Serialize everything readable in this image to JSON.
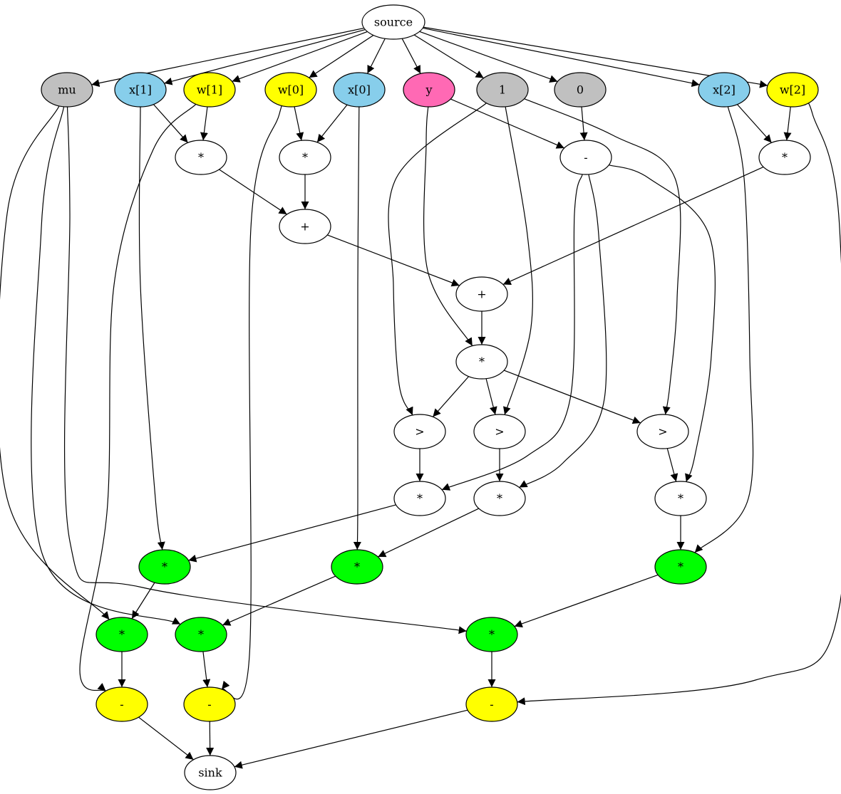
{
  "graph": {
    "colors": {
      "white": "#ffffff",
      "gray": "#c0c0c0",
      "blue": "#87ceeb",
      "yellow": "#ffff00",
      "pink": "#ff69b4",
      "green": "#00ff00",
      "stroke": "#000000"
    },
    "nodes": [
      {
        "id": "source",
        "label": "source",
        "fill": "white"
      },
      {
        "id": "mu",
        "label": "mu",
        "fill": "gray"
      },
      {
        "id": "x1",
        "label": "x[1]",
        "fill": "blue"
      },
      {
        "id": "w1",
        "label": "w[1]",
        "fill": "yellow"
      },
      {
        "id": "w0",
        "label": "w[0]",
        "fill": "yellow"
      },
      {
        "id": "x0",
        "label": "x[0]",
        "fill": "blue"
      },
      {
        "id": "y",
        "label": "y",
        "fill": "pink"
      },
      {
        "id": "one",
        "label": "1",
        "fill": "gray"
      },
      {
        "id": "zero",
        "label": "0",
        "fill": "gray"
      },
      {
        "id": "x2",
        "label": "x[2]",
        "fill": "blue"
      },
      {
        "id": "w2",
        "label": "w[2]",
        "fill": "yellow"
      },
      {
        "id": "m1",
        "label": "*",
        "fill": "white"
      },
      {
        "id": "m0",
        "label": "*",
        "fill": "white"
      },
      {
        "id": "sub",
        "label": "-",
        "fill": "white"
      },
      {
        "id": "m2",
        "label": "*",
        "fill": "white"
      },
      {
        "id": "add1",
        "label": "+",
        "fill": "white"
      },
      {
        "id": "add2",
        "label": "+",
        "fill": "white"
      },
      {
        "id": "mz",
        "label": "*",
        "fill": "white"
      },
      {
        "id": "gt0",
        "label": ">",
        "fill": "white"
      },
      {
        "id": "gt1",
        "label": ">",
        "fill": "white"
      },
      {
        "id": "gt2",
        "label": ">",
        "fill": "white"
      },
      {
        "id": "ma",
        "label": "*",
        "fill": "white"
      },
      {
        "id": "mb",
        "label": "*",
        "fill": "white"
      },
      {
        "id": "mc",
        "label": "*",
        "fill": "white"
      },
      {
        "id": "g1",
        "label": "*",
        "fill": "green"
      },
      {
        "id": "g0",
        "label": "*",
        "fill": "green"
      },
      {
        "id": "g2",
        "label": "*",
        "fill": "green"
      },
      {
        "id": "h1",
        "label": "*",
        "fill": "green"
      },
      {
        "id": "h0",
        "label": "*",
        "fill": "green"
      },
      {
        "id": "h2",
        "label": "*",
        "fill": "green"
      },
      {
        "id": "s1",
        "label": "-",
        "fill": "yellow"
      },
      {
        "id": "s0",
        "label": "-",
        "fill": "yellow"
      },
      {
        "id": "s2",
        "label": "-",
        "fill": "yellow"
      },
      {
        "id": "sink",
        "label": "sink",
        "fill": "white"
      }
    ],
    "edges": [
      [
        "source",
        "mu"
      ],
      [
        "source",
        "x1"
      ],
      [
        "source",
        "w1"
      ],
      [
        "source",
        "w0"
      ],
      [
        "source",
        "x0"
      ],
      [
        "source",
        "y"
      ],
      [
        "source",
        "one"
      ],
      [
        "source",
        "zero"
      ],
      [
        "source",
        "x2"
      ],
      [
        "source",
        "w2"
      ],
      [
        "x1",
        "m1"
      ],
      [
        "w1",
        "m1"
      ],
      [
        "w0",
        "m0"
      ],
      [
        "x0",
        "m0"
      ],
      [
        "y",
        "sub"
      ],
      [
        "zero",
        "sub"
      ],
      [
        "x2",
        "m2"
      ],
      [
        "w2",
        "m2"
      ],
      [
        "m1",
        "add1"
      ],
      [
        "m0",
        "add1"
      ],
      [
        "add1",
        "add2"
      ],
      [
        "m2",
        "add2"
      ],
      [
        "add2",
        "mz"
      ],
      [
        "y",
        "mz"
      ],
      [
        "one",
        "gt0"
      ],
      [
        "mz",
        "gt0"
      ],
      [
        "one",
        "gt1"
      ],
      [
        "mz",
        "gt1"
      ],
      [
        "one",
        "gt2"
      ],
      [
        "mz",
        "gt2"
      ],
      [
        "gt0",
        "ma"
      ],
      [
        "sub",
        "ma"
      ],
      [
        "gt1",
        "mb"
      ],
      [
        "sub",
        "mb"
      ],
      [
        "gt2",
        "mc"
      ],
      [
        "sub",
        "mc"
      ],
      [
        "x1",
        "g1"
      ],
      [
        "ma",
        "g1"
      ],
      [
        "x0",
        "g0"
      ],
      [
        "mb",
        "g0"
      ],
      [
        "mc",
        "g2"
      ],
      [
        "x2",
        "g2"
      ],
      [
        "mu",
        "h1"
      ],
      [
        "g1",
        "h1"
      ],
      [
        "mu",
        "h0"
      ],
      [
        "g0",
        "h0"
      ],
      [
        "mu",
        "h2"
      ],
      [
        "g2",
        "h2"
      ],
      [
        "w1",
        "s1"
      ],
      [
        "h1",
        "s1"
      ],
      [
        "w0",
        "s0"
      ],
      [
        "h0",
        "s0"
      ],
      [
        "h2",
        "s2"
      ],
      [
        "w2",
        "s2"
      ],
      [
        "s1",
        "sink"
      ],
      [
        "s0",
        "sink"
      ],
      [
        "s2",
        "sink"
      ]
    ]
  }
}
